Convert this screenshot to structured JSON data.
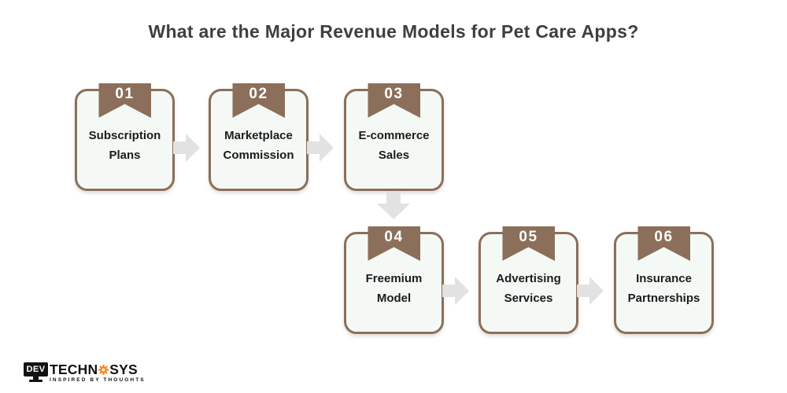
{
  "title": "What are the Major Revenue Models for Pet Care Apps?",
  "cards": [
    {
      "number": "01",
      "label": "Subscription Plans"
    },
    {
      "number": "02",
      "label": "Marketplace Commission"
    },
    {
      "number": "03",
      "label": "E-commerce Sales"
    },
    {
      "number": "04",
      "label": "Freemium Model"
    },
    {
      "number": "05",
      "label": "Advertising Services"
    },
    {
      "number": "06",
      "label": "Insurance Partnerships"
    }
  ],
  "flow": {
    "right_arrows_after": [
      "01",
      "02",
      "04",
      "05"
    ],
    "down_arrow_after": "03"
  },
  "colors": {
    "ribbon": "#8b6f5a",
    "card_border": "#8b6f5a",
    "card_bg": "#f4f9f5",
    "card_text": "#1c1c1c",
    "arrow": "#e2e2e2",
    "title_text": "#3f3f3f",
    "logo_text": "#121212",
    "logo_accent": "#f6861f"
  },
  "logo": {
    "monitor_text": "DEV",
    "name_part1": "TECHN",
    "gear_icon": "gear-icon",
    "name_part2": "SYS",
    "tagline": "INSPIRED BY THOUGHTS"
  }
}
